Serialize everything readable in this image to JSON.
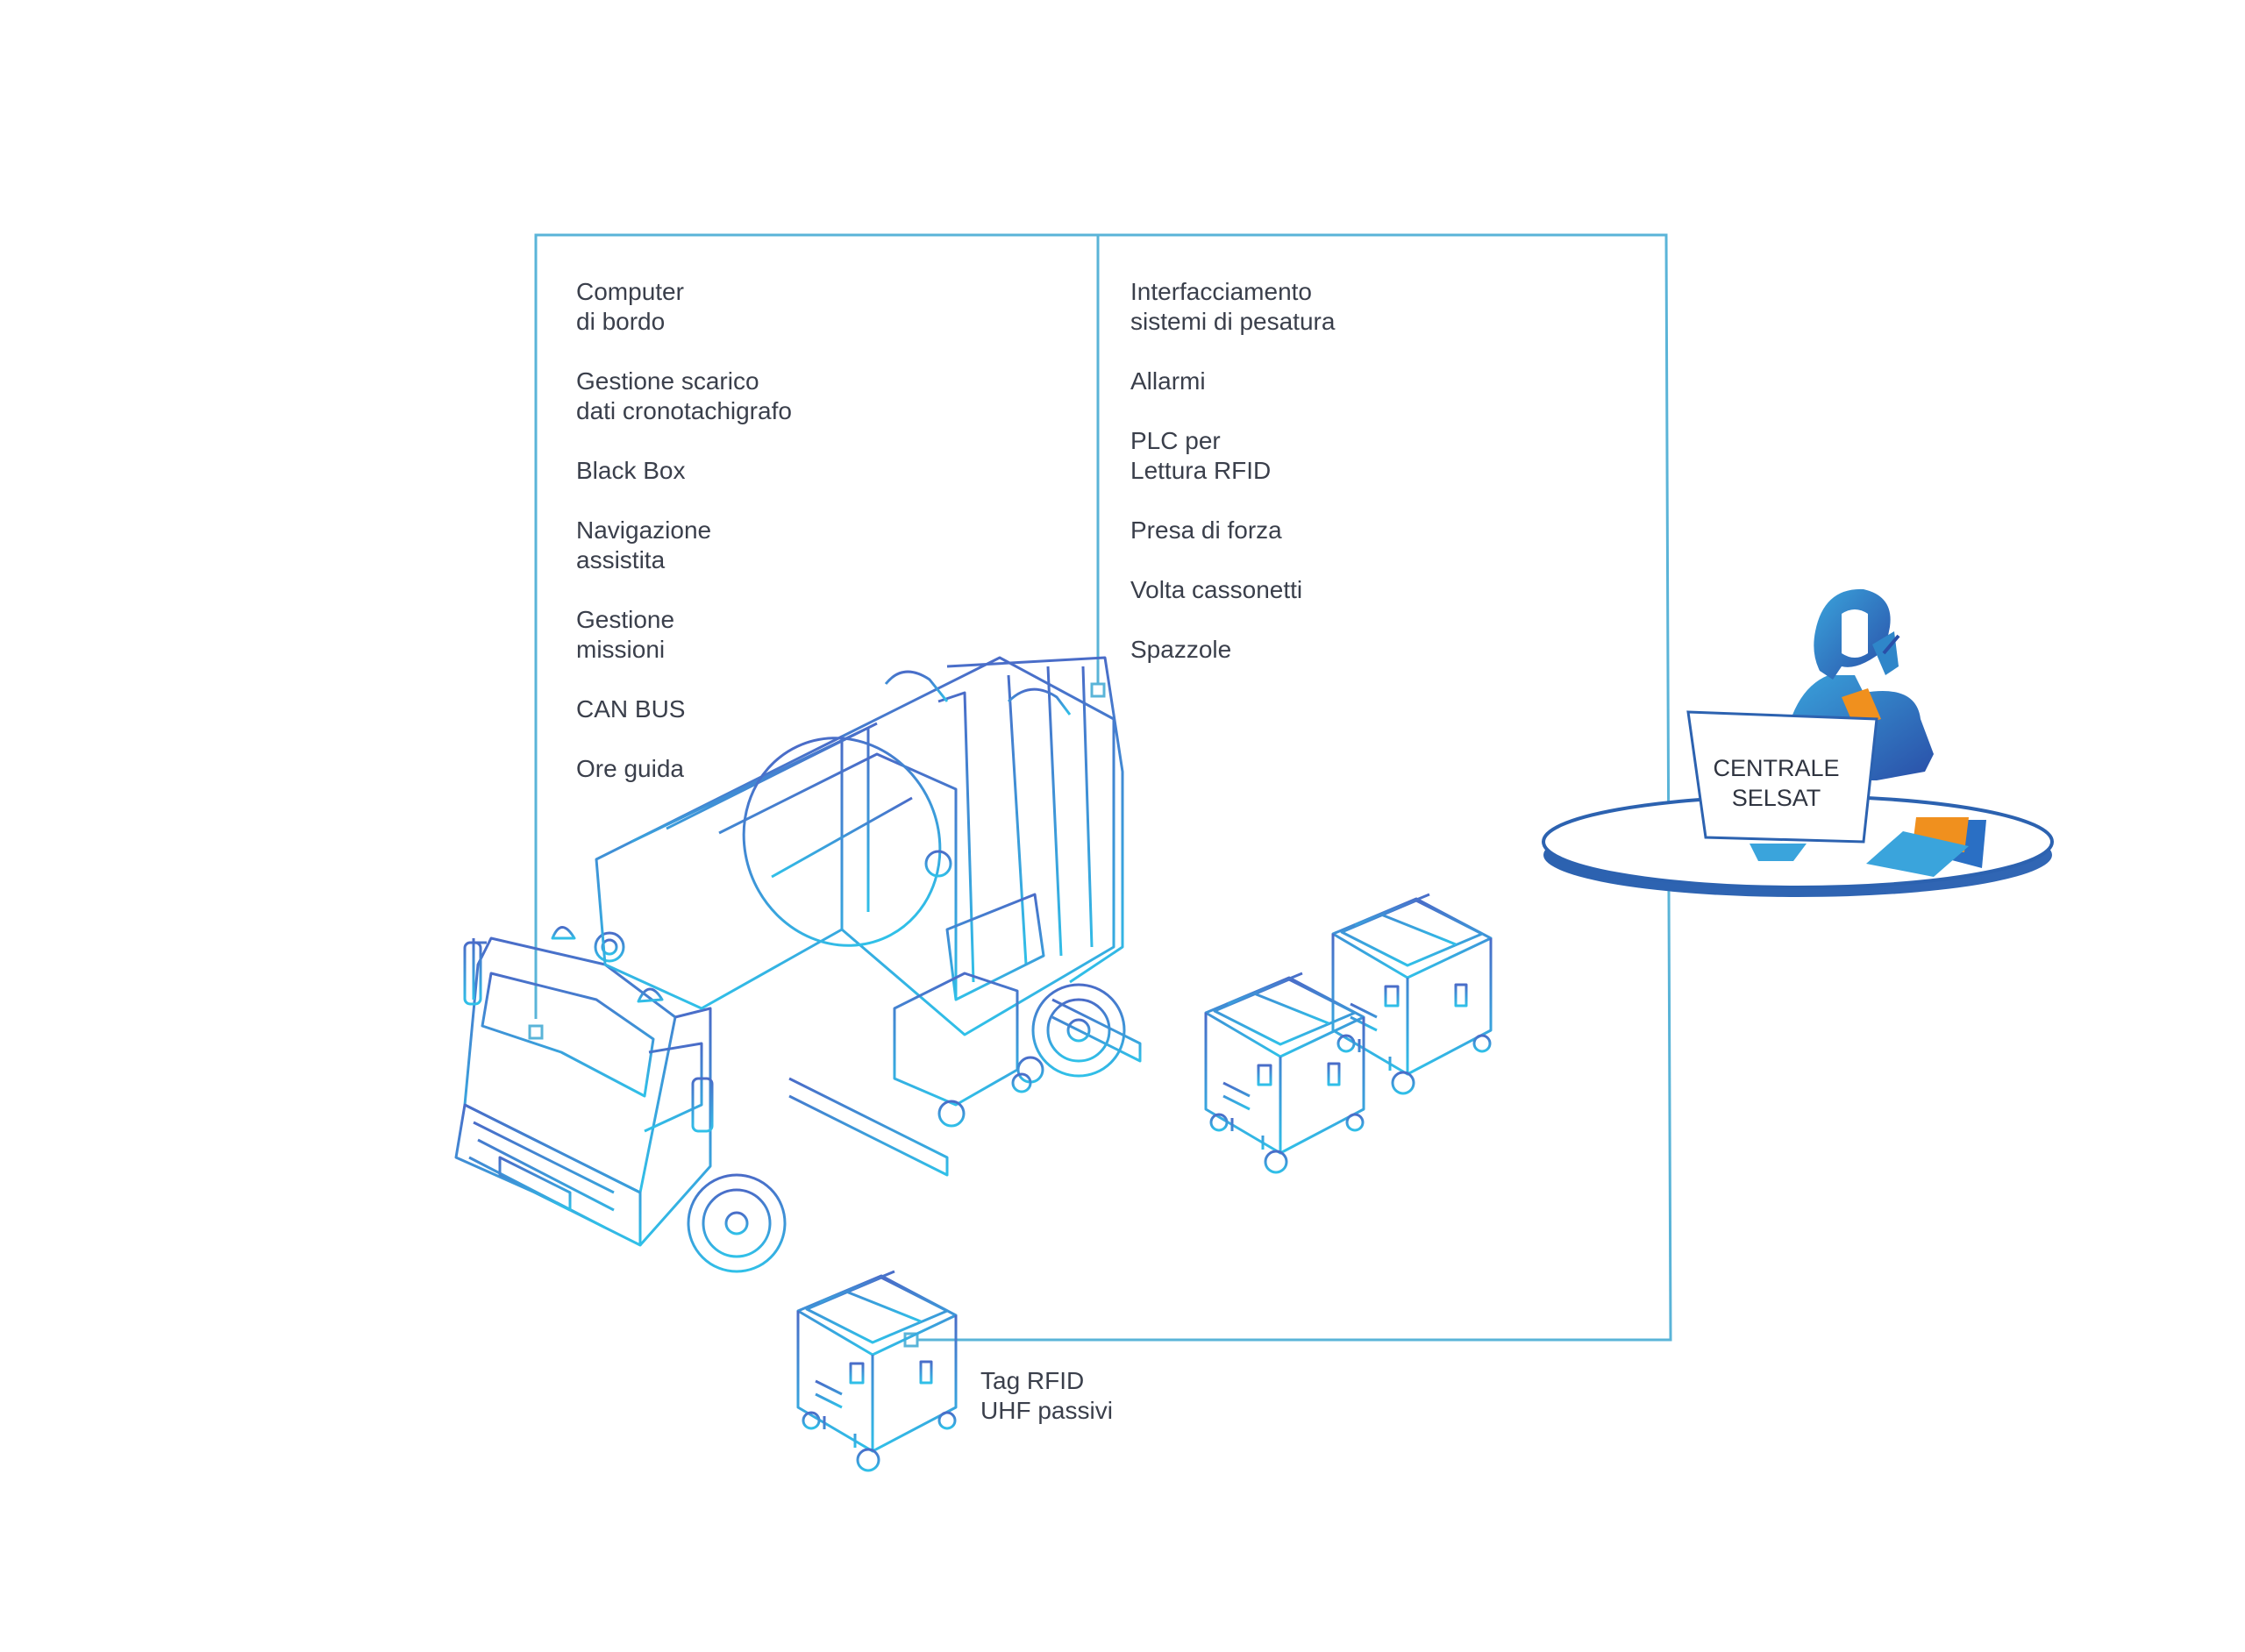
{
  "diagram": {
    "left_features": [
      "Computer\ndi bordo",
      "Gestione scarico\ndati cronotachigrafo",
      "Black Box",
      "Navigazione\nassistita",
      "Gestione\nmissioni",
      "CAN BUS",
      "Ore guida"
    ],
    "right_features": [
      "Interfacciamento\nsistemi di pesatura",
      "Allarmi",
      "PLC per\nLettura RFID",
      "Presa di forza",
      "Volta cassonetti",
      "Spazzole"
    ],
    "tag_label": "Tag RFID\nUHF passivi",
    "monitor_label": "CENTRALE\nSELSAT"
  },
  "colors": {
    "line_blue": "#5ab4d8",
    "sketch_blue": "#4aa8d8",
    "person_blue": "#2f86c9",
    "desk_blue": "#2e5ea8",
    "accent_orange": "#f0901e",
    "text": "#3a3f4b"
  },
  "icons": [
    "truck-icon",
    "waste-bin-icon",
    "operator-icon",
    "monitor-icon",
    "folder-icon"
  ]
}
